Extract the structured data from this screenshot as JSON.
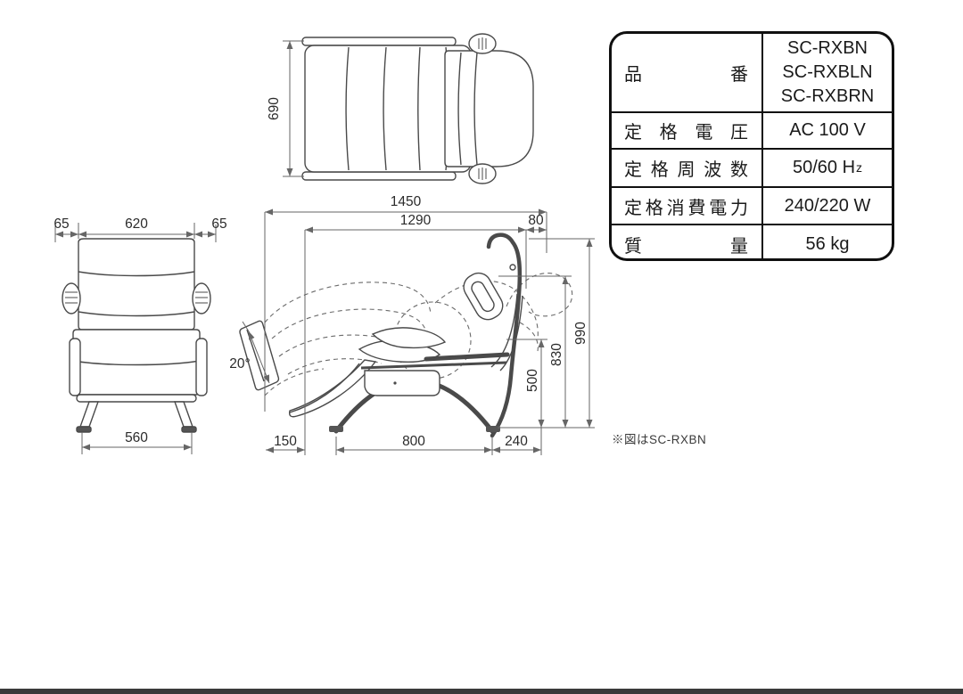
{
  "page": {
    "bg": "#ffffff",
    "bottom_bar_color": "#3a3a3a",
    "line_color": "#4a4a4a",
    "dim_color": "#666666"
  },
  "spec_table": {
    "rows": [
      {
        "label": "品番",
        "values": [
          "SC-RXBN",
          "SC-RXBLN",
          "SC-RXBRN"
        ]
      },
      {
        "label": "定格電圧",
        "value": "AC 100 V"
      },
      {
        "label": "定格周波数",
        "value": "50/60 H",
        "value_small": "z"
      },
      {
        "label": "定格消費電力",
        "value": "240/220 W"
      },
      {
        "label": "質量",
        "value": "56 kg"
      }
    ]
  },
  "note": "※図はSC-RXBN",
  "dimensions": {
    "top_view": {
      "depth": "690"
    },
    "front_view": {
      "margin_left": "65",
      "body_width": "620",
      "margin_right": "65",
      "leg_span": "560"
    },
    "side_view": {
      "total_length": "1450",
      "recline_length": "1290",
      "headrest_overhang": "80",
      "height_total": "990",
      "height_headrest": "830",
      "height_armrest": "500",
      "front_offset": "150",
      "base_span": "800",
      "rear_offset": "240",
      "footrest_angle": "20°"
    }
  }
}
